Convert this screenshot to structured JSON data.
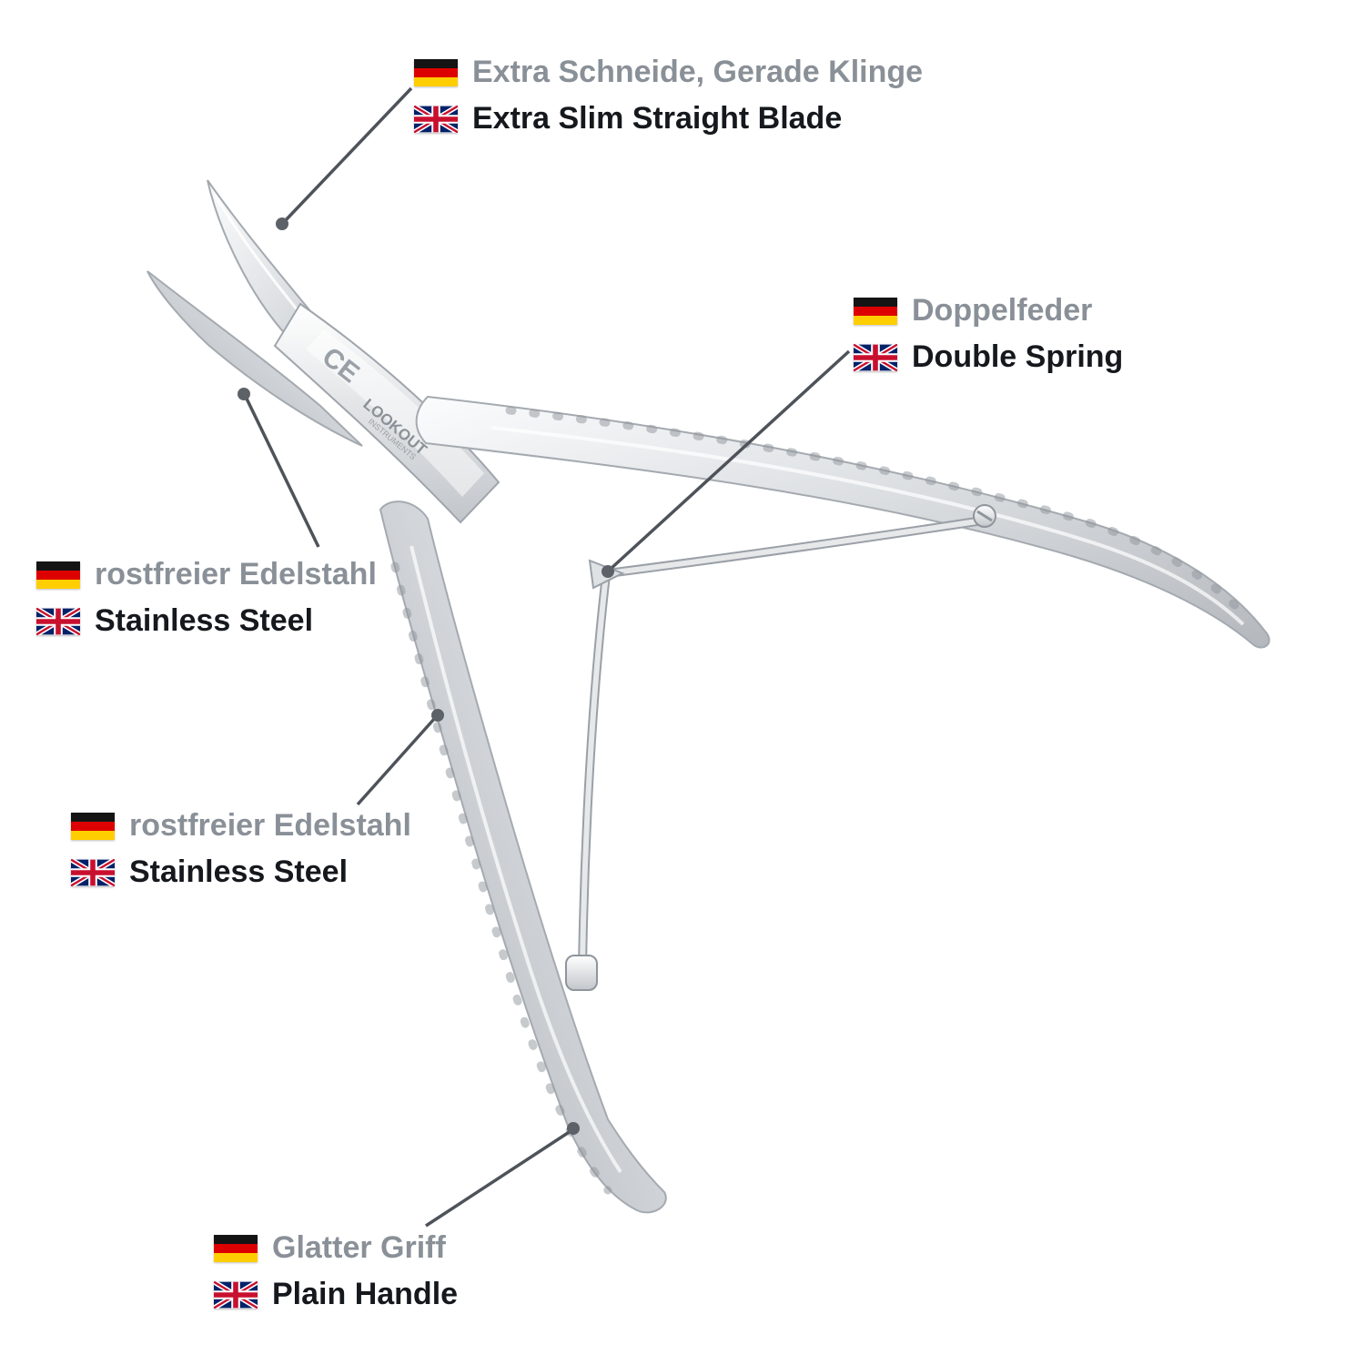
{
  "page": {
    "background_color": "#ffffff",
    "description": "Product infographic of a stainless steel cuticle nipper with bilingual feature callouts"
  },
  "product": {
    "markings": {
      "ce": "CE",
      "brand": "LOOKOUT",
      "brand_sub": "INSTRUMENTS"
    }
  },
  "icons": {
    "german_flag": "german-flag-icon",
    "uk_flag": "uk-flag-icon",
    "callout_dot": "leader-dot"
  },
  "colors": {
    "german_text": "#8a9097",
    "english_text": "#15181c",
    "leader_line": "#4e535a",
    "leader_dot": "#5d6268",
    "metal_light": "#fbfcfd",
    "metal_dark": "#b4b8bd",
    "flag_de_stripes": [
      "#141414",
      "#dd0000",
      "#ffce00"
    ],
    "flag_uk_blue": "#012169",
    "flag_uk_red": "#c8102e"
  },
  "annotations": [
    {
      "id": "blade",
      "de": "Extra Schneide, Gerade Klinge",
      "en": "Extra Slim Straight Blade"
    },
    {
      "id": "spring",
      "de": "Doppelfeder",
      "en": "Double Spring"
    },
    {
      "id": "steel_upper",
      "de": "rostfreier Edelstahl",
      "en": "Stainless Steel"
    },
    {
      "id": "steel_lower",
      "de": "rostfreier Edelstahl",
      "en": "Stainless Steel"
    },
    {
      "id": "handle",
      "de": "Glatter Griff",
      "en": "Plain Handle"
    }
  ]
}
